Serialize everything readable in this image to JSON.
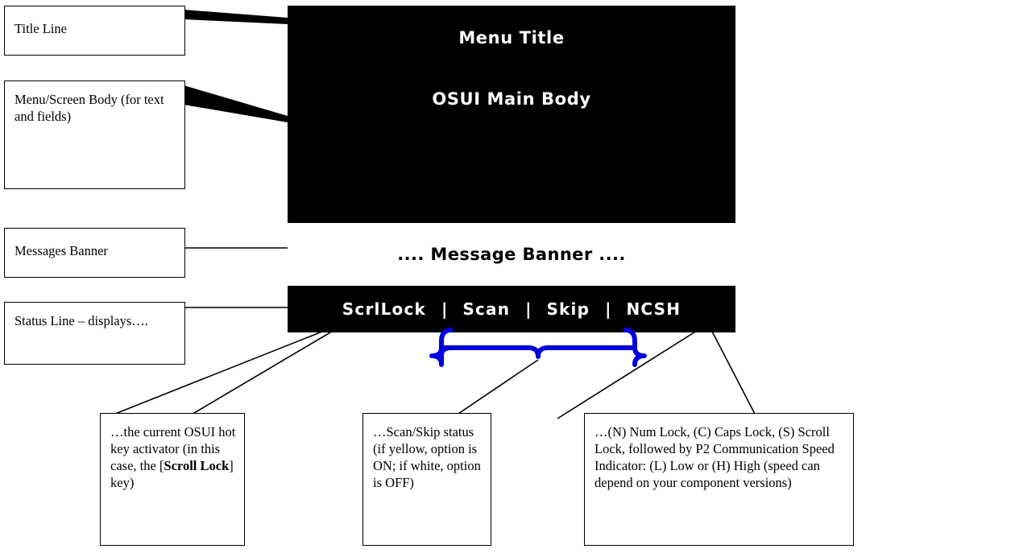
{
  "screen": {
    "title": "Menu Title",
    "body_text": "OSUI Main Body",
    "banner_text": ".... Message Banner ....",
    "status_segments": [
      "ScrlLock",
      "Scan",
      "Skip",
      "NCSH"
    ],
    "separator": "|",
    "bg_color": "#000000",
    "fg_color": "#ffffff",
    "banner_bg_color": "#ffffff",
    "banner_fg_color": "#000000"
  },
  "callouts": {
    "title_line": "Title Line",
    "menu_body": "Menu/Screen Body (for text and fields)",
    "messages_banner": "Messages Banner",
    "status_line": "Status Line – displays….",
    "hotkey_note_part1": "…the current OSUI hot key activator (in this case, the [",
    "hotkey_note_bold": "Scroll Lock",
    "hotkey_note_part2": "] key)",
    "scan_skip_note": "…Scan/Skip status (if yellow, option is ON; if white, option is OFF)",
    "ncsh_note": "…(N) Num Lock, (C)  Caps Lock, (S) Scroll Lock, followed by  P2 Communication Speed Indicator: (L) Low or (H) High (speed can depend on your component versions)"
  },
  "annotation": {
    "brace_color": "#0000dd"
  }
}
